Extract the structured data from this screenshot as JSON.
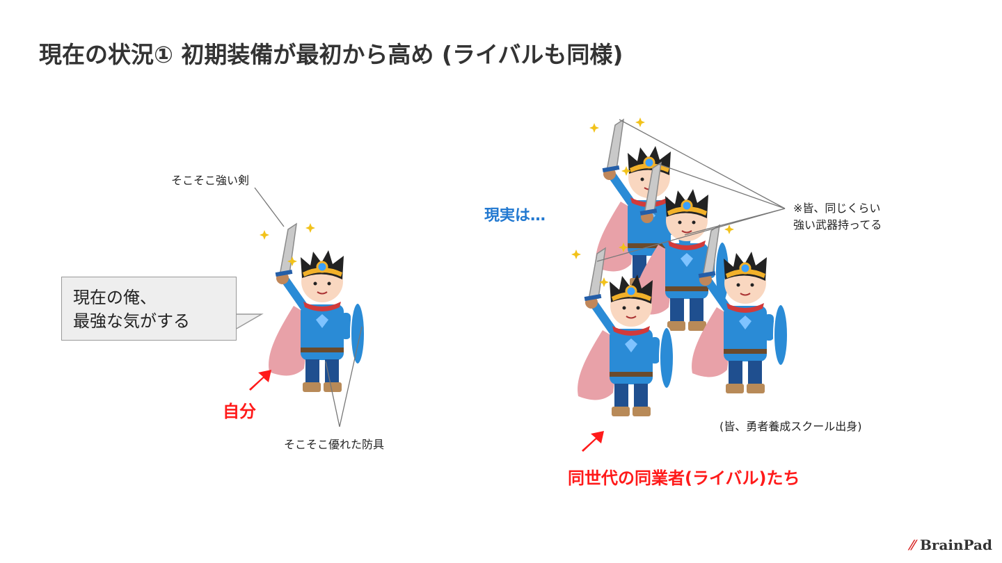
{
  "slide": {
    "title": "現在の状況①  初期装備が最初から高め (ライバルも同様)"
  },
  "left": {
    "sword_label": "そこそこ強い剣",
    "armor_label": "そこそこ優れた防具",
    "bubble_line1": "現在の俺、",
    "bubble_line2": "最強な気がする",
    "self_label": "自分"
  },
  "right": {
    "reality_label": "現実は…",
    "note_line1": "※皆、同じくらい",
    "note_line2": "強い武器持ってる",
    "school_note": "(皆、勇者養成スクール出身)",
    "rivals_label": "同世代の同業者(ライバル)たち"
  },
  "logo": {
    "text": "BrainPad"
  },
  "colors": {
    "accent_red": "#ff1a1a",
    "accent_blue": "#2178d0",
    "hero_blue": "#2a8bd6",
    "cape": "#e8a1a8",
    "shield": "#2a8bd6"
  }
}
